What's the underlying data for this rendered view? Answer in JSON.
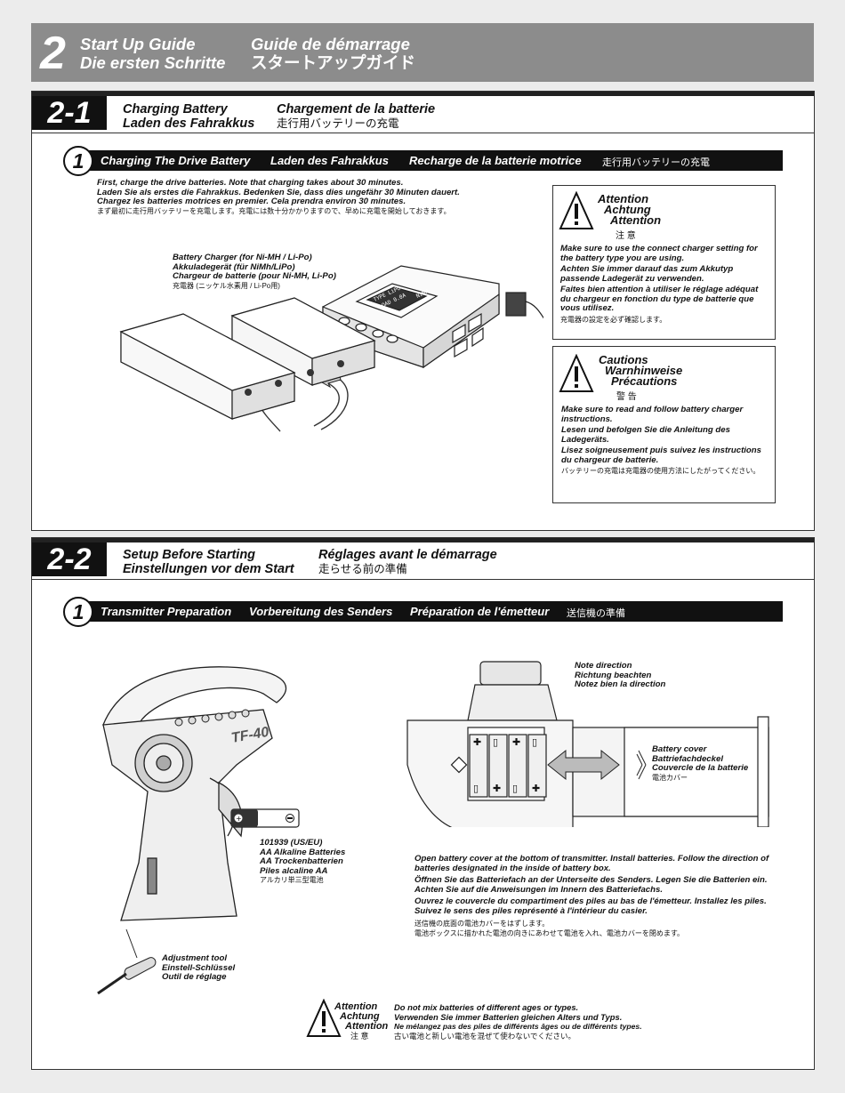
{
  "header": {
    "number": "2",
    "title_en": "Start Up Guide",
    "title_de": "Die ersten Schritte",
    "title_fr": "Guide de démarrage",
    "title_ja": "スタートアップガイド"
  },
  "section1": {
    "number": "2-1",
    "title_en": "Charging Battery",
    "title_de": "Laden des Fahrakkus",
    "title_fr": "Chargement de la batterie",
    "title_ja": "走行用バッテリーの充電",
    "step": {
      "number": "1",
      "en": "Charging The Drive Battery",
      "de": "Laden des Fahrakkus",
      "fr": "Recharge de la batterie motrice",
      "ja": "走行用バッテリーの充電"
    },
    "intro": [
      "First, charge the drive batteries. Note that charging takes about 30 minutes.",
      "Laden Sie als erstes die Fahrakkus. Bedenken Sie, dass dies ungefähr 30 Minuten dauert.",
      "Chargez les batteries motrices en premier. Cela prendra environ 30 minutes.",
      "まず最初に走行用バッテリーを充電します。充電には数十分かかりますので、早めに充電を開始しておきます。"
    ],
    "charger_label": [
      "Battery Charger (for Ni-MH / Li-Po)",
      "Akkuladegerät (für NiMh/LiPo)",
      "Chargeur de batterie (pour Ni-MH, Li-Po)",
      "充電器 (ニッケル水素用 / Li-Po用)"
    ],
    "charger_screen": [
      "TYPE LiPO",
      "LOAD 0.0A",
      "NiMH"
    ],
    "attention": {
      "head_en": "Attention",
      "head_de": "Achtung",
      "head_fr": "Attention",
      "head_ja": "注 意",
      "lines": [
        "Make sure to use the connect charger setting for the battery type you are using.",
        "Achten Sie immer darauf das zum Akkutyp passende Ladegerät zu verwenden.",
        "Faites bien attention à utiliser le réglage adéquat du chargeur en fonction du type de batterie que vous utilisez.",
        "充電器の設定を必ず確認します。"
      ]
    },
    "cautions": {
      "head_en": "Cautions",
      "head_de": "Warnhinweise",
      "head_fr": "Précautions",
      "head_ja": "警 告",
      "lines": [
        "Make sure to read and follow battery charger instructions.",
        "Lesen und befolgen Sie die Anleitung des Ladegeräts.",
        "Lisez soigneusement puis suivez les instructions du chargeur de batterie.",
        "バッテリーの充電は充電器の使用方法にしたがってください。"
      ]
    }
  },
  "section2": {
    "number": "2-2",
    "title_en": "Setup Before Starting",
    "title_de": "Einstellungen vor dem Start",
    "title_fr": "Réglages avant le démarrage",
    "title_ja": "走らせる前の準備",
    "step": {
      "number": "1",
      "en": "Transmitter Preparation",
      "de": "Vorbereitung des Senders",
      "fr": "Préparation de l'émetteur",
      "ja": "送信機の準備"
    },
    "transmitter_badge": "TF-40",
    "battery_label": [
      "101939 (US/EU)",
      "AA Alkaline Batteries",
      "AA Trockenbatterien",
      "Piles alcaline AA",
      "アルカリ単三型電池"
    ],
    "adjust_tool": [
      "Adjustment tool",
      "Einstell-Schlüssel",
      "Outil de réglage"
    ],
    "note_direction": [
      "Note direction",
      "Richtung beachten",
      "Notez bien la direction"
    ],
    "battery_cover": [
      "Battery cover",
      "Battriefachdeckel",
      "Couvercle de la batterie",
      "電池カバー"
    ],
    "instructions": [
      "Open battery cover at the bottom of transmitter. Install batteries. Follow the direction of batteries designated in the inside of battery box.",
      "Öffnen Sie das Batteriefach an der Unterseite des Senders. Legen Sie die Batterien ein. Achten Sie auf die Anweisungen im Innern des Batteriefachs.",
      "Ouvrez le couvercle du compartiment des piles au bas de l'émetteur. Installez les piles. Suivez le sens des piles représenté à l'intérieur du casier.",
      "送信機の底面の電池カバーをはずします。\n電池ボックスに描かれた電池の向きにあわせて電池を入れ、電池カバーを閉めます。"
    ],
    "bottom_attention": {
      "head_en": "Attention",
      "head_de": "Achtung",
      "head_fr": "Attention",
      "head_ja": "注 意",
      "lines": [
        "Do not mix batteries of different ages or types.",
        "Verwenden Sie immer Batterien gleichen Alters und Typs.",
        "Ne mélangez pas des piles de différents âges ou de différents types.",
        "古い電池と新しい電池を混ぜて使わないでください。"
      ]
    }
  }
}
